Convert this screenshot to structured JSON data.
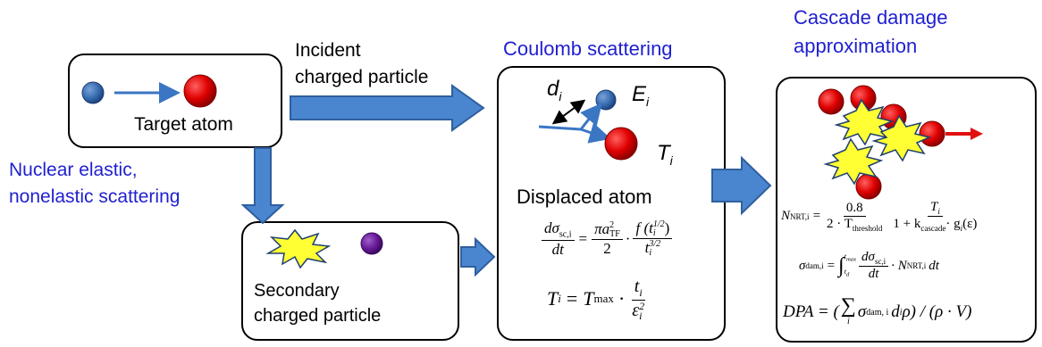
{
  "labels": {
    "incident": [
      "Incident",
      "charged particle"
    ],
    "coulomb": "Coulomb scattering",
    "cascade": [
      "Cascade damage",
      "approximation"
    ],
    "nuclear": [
      "Nuclear elastic,",
      "nonelastic scattering"
    ],
    "target_atom": "Target atom",
    "secondary": [
      "Secondary",
      "charged  particle"
    ],
    "displaced_atom": "Displaced atom",
    "d_i": "d",
    "d_i_sub": "i",
    "E_i": "E",
    "E_i_sub": "i",
    "T_i": "T",
    "T_i_sub": "i"
  },
  "formulas": {
    "cross_section": {
      "lhs_num": "dσ",
      "lhs_num_sub": "sc,i",
      "lhs_den": "dt",
      "rhs1_num": "πa",
      "rhs1_num_sup": "2",
      "rhs1_num_sub": "TF",
      "rhs1_den": "2",
      "rhs2_num": "f (t",
      "rhs2_num_sup": "1/2",
      "rhs2_num_sub": "i",
      "rhs2_num_end": ")",
      "rhs2_den": "t",
      "rhs2_den_sup": "3/2",
      "rhs2_den_sub": "i"
    },
    "t_i": {
      "lhs": "T",
      "lhs_sub": "i",
      "tmax": "T",
      "tmax_sub": "max",
      "num": "t",
      "num_sub": "i",
      "den": "ε",
      "den_sup": "2",
      "den_sub": "i"
    },
    "n_nrt": {
      "lhs": "N",
      "lhs_sub": "NRT,i",
      "f1_num": "0.8",
      "f1_den": "2 · T",
      "f1_den_sub": "threshold",
      "f2_num": "T",
      "f2_num_sub": "i",
      "f2_den": "1 + k",
      "f2_den_sub": "cascade",
      "f2_den_end": "· g",
      "f2_den_end_sub": "i",
      "f2_den_tail": "(ε)"
    },
    "sigma_dam": {
      "lhs": "σ",
      "lhs_sub": "dam,i",
      "int_upper": "t",
      "int_upper_sub": "max",
      "int_lower": "t",
      "int_lower_sub": "d",
      "num": "dσ",
      "num_sub": "sc,i",
      "den": "dt",
      "tail": "· N",
      "tail_sub": "NRT,i",
      "end": "dt"
    },
    "dpa": {
      "lhs": "DPA = (",
      "sum_sub": "i",
      "sigma": "σ",
      "sigma_sub": "dam, i",
      "mid": "d",
      "mid_sub": "i",
      "end": "ρ) / (ρ · V)"
    }
  },
  "colors": {
    "label_blue": "#1f1fd0",
    "arrow_blue": "#3a76c4",
    "arrow_dark": "#2f5f9e",
    "red_atom": "#e00000",
    "blue_atom": "#3a6fb5",
    "purple_atom": "#6a1b9a",
    "burst": "#ffff33",
    "red_arrow": "#e01010"
  }
}
